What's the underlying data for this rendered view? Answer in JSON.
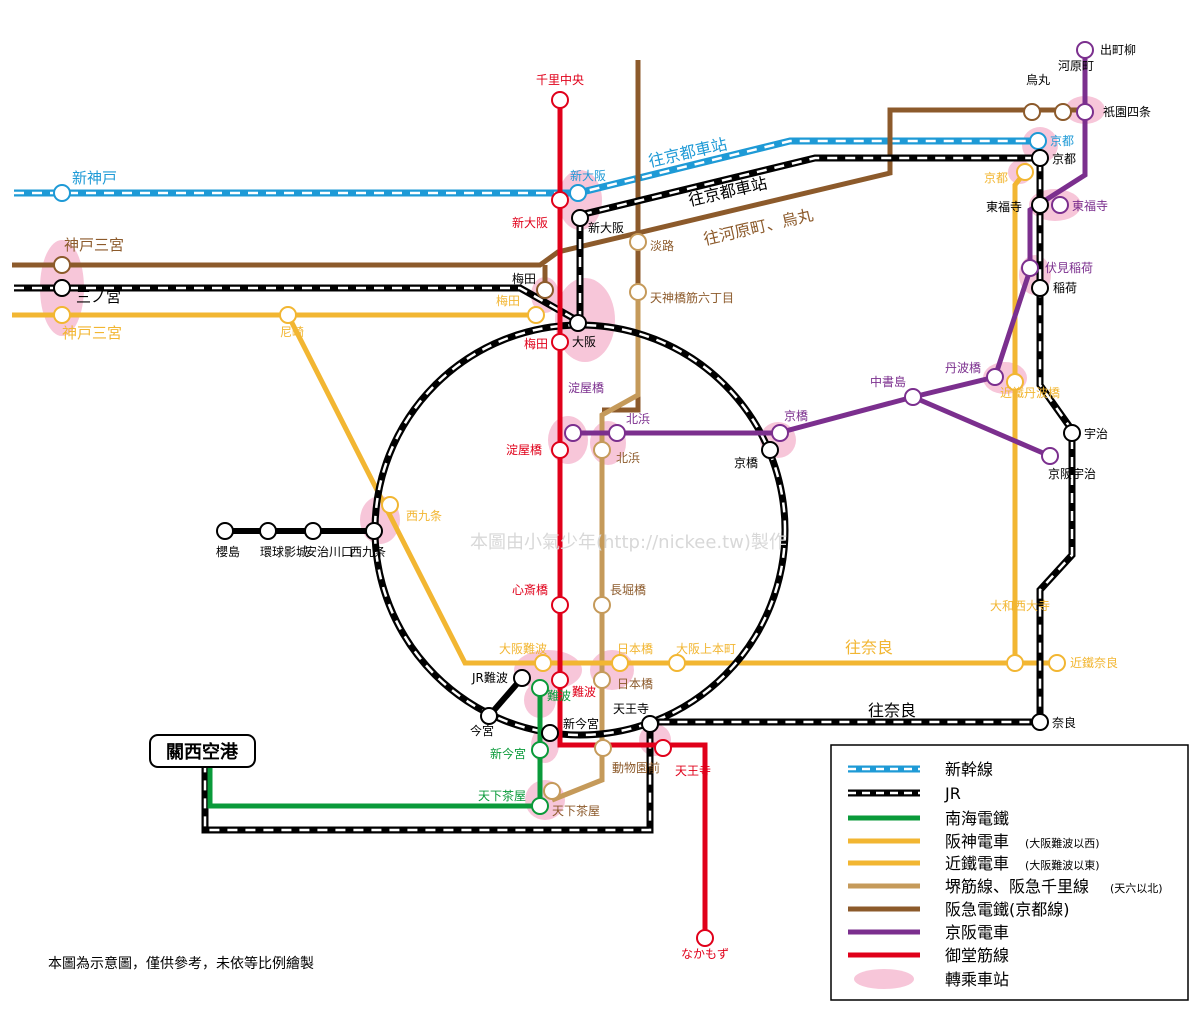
{
  "colors": {
    "shinkansen": "#1e9ad6",
    "jr": "#000000",
    "nankai": "#0a9a3a",
    "hanshin": "#f2b632",
    "kintetsu": "#f2b632",
    "sakaisuji": "#c59a5a",
    "hankyu": "#8c5a2b",
    "keihan": "#7b2f8e",
    "midosuji": "#e0001a",
    "transfer": "#f7c6d9"
  },
  "title_box": "關西空港",
  "note": "本圖為示意圖，僅供參考，未依等比例繪製",
  "watermark": "本圖由小氣少年(http://nickee.tw)製作",
  "directions": {
    "to_kyoto_shinkansen": "往京都車站",
    "to_kyoto_jr": "往京都車站",
    "to_kawaramachi": "往河原町、烏丸",
    "to_nara_kintetsu": "往奈良",
    "to_nara_jr": "往奈良"
  },
  "legend": {
    "items": [
      {
        "label": "新幹線",
        "note": ""
      },
      {
        "label": "JR",
        "note": ""
      },
      {
        "label": "南海電鐵",
        "note": ""
      },
      {
        "label": "阪神電車",
        "note": "(大阪難波以西)"
      },
      {
        "label": "近鐵電車",
        "note": "(大阪難波以東)"
      },
      {
        "label": "堺筋線、阪急千里線",
        "note": "(天六以北)"
      },
      {
        "label": "阪急電鐵(京都線)",
        "note": ""
      },
      {
        "label": "京阪電車",
        "note": ""
      },
      {
        "label": "御堂筋線",
        "note": ""
      },
      {
        "label": "轉乘車站",
        "note": ""
      }
    ]
  },
  "stations": {
    "senri_chuo": "千里中央",
    "shin_kobe": "新神戸",
    "shin_osaka_shinkansen": "新大阪",
    "shin_osaka_midosuji": "新大阪",
    "shin_osaka_jr": "新大阪",
    "kobe_sannomiya_hankyu": "神戸三宮",
    "sannomiya": "三ノ宮",
    "kobe_sannomiya_hanshin": "神戸三宮",
    "umeda_hankyu": "梅田",
    "umeda_hanshin": "梅田",
    "umeda_midosuji": "梅田",
    "osaka": "大阪",
    "awaji": "淡路",
    "tenjinbashi": "天神橋筋六丁目",
    "amagasaki": "尼崎",
    "yodoyabashi_keihan": "淀屋橋",
    "yodoyabashi_midosuji": "淀屋橋",
    "kitahama_keihan": "北浜",
    "kitahama_sakaisuji": "北浜",
    "kyobashi_keihan": "京橋",
    "kyobashi_jr": "京橋",
    "nishikujo_hanshin": "西九条",
    "nishikujo_jr": "西九条",
    "sakurajima": "櫻島",
    "usj": "環球影城",
    "ajikawaguchi": "安治川口",
    "shinsaibashi": "心斎橋",
    "nagahoribashi": "長堀橋",
    "osaka_namba": "大阪難波",
    "nipponbashi_kintetsu": "日本橋",
    "nipponbashi_sakaisuji": "日本橋",
    "osaka_uehommachi": "大阪上本町",
    "jr_namba": "JR難波",
    "namba_nankai": "難波",
    "namba_midosuji": "難波",
    "imamiya": "今宮",
    "shin_imamiya_jr": "新今宮",
    "shin_imamiya_nankai": "新今宮",
    "tennoji_jr": "天王寺",
    "tennoji_midosuji": "天王寺",
    "dobutsuen_mae": "動物園前",
    "tengachaya_nankai": "天下茶屋",
    "tengachaya_sakaisuji": "天下茶屋",
    "nakamozu": "なかもず",
    "demachiyanagi": "出町柳",
    "karasuma": "烏丸",
    "kawaramachi": "河原町",
    "gion_shijo": "祇園四条",
    "kyoto_shinkansen": "京都",
    "kyoto_jr": "京都",
    "kyoto_kintetsu": "京都",
    "tofukuji_jr": "東福寺",
    "tofukuji_keihan": "東福寺",
    "fushimi_inari": "伏見稲荷",
    "inari": "稲荷",
    "tambabashi_keihan": "丹波橋",
    "kintetsu_tambabashi": "近鐵丹波橋",
    "chushojima": "中書島",
    "uji_jr": "宇治",
    "keihan_uji": "京阪宇治",
    "yamato_saidaiji": "大和西大寺",
    "kintetsu_nara": "近鐵奈良",
    "nara": "奈良"
  }
}
